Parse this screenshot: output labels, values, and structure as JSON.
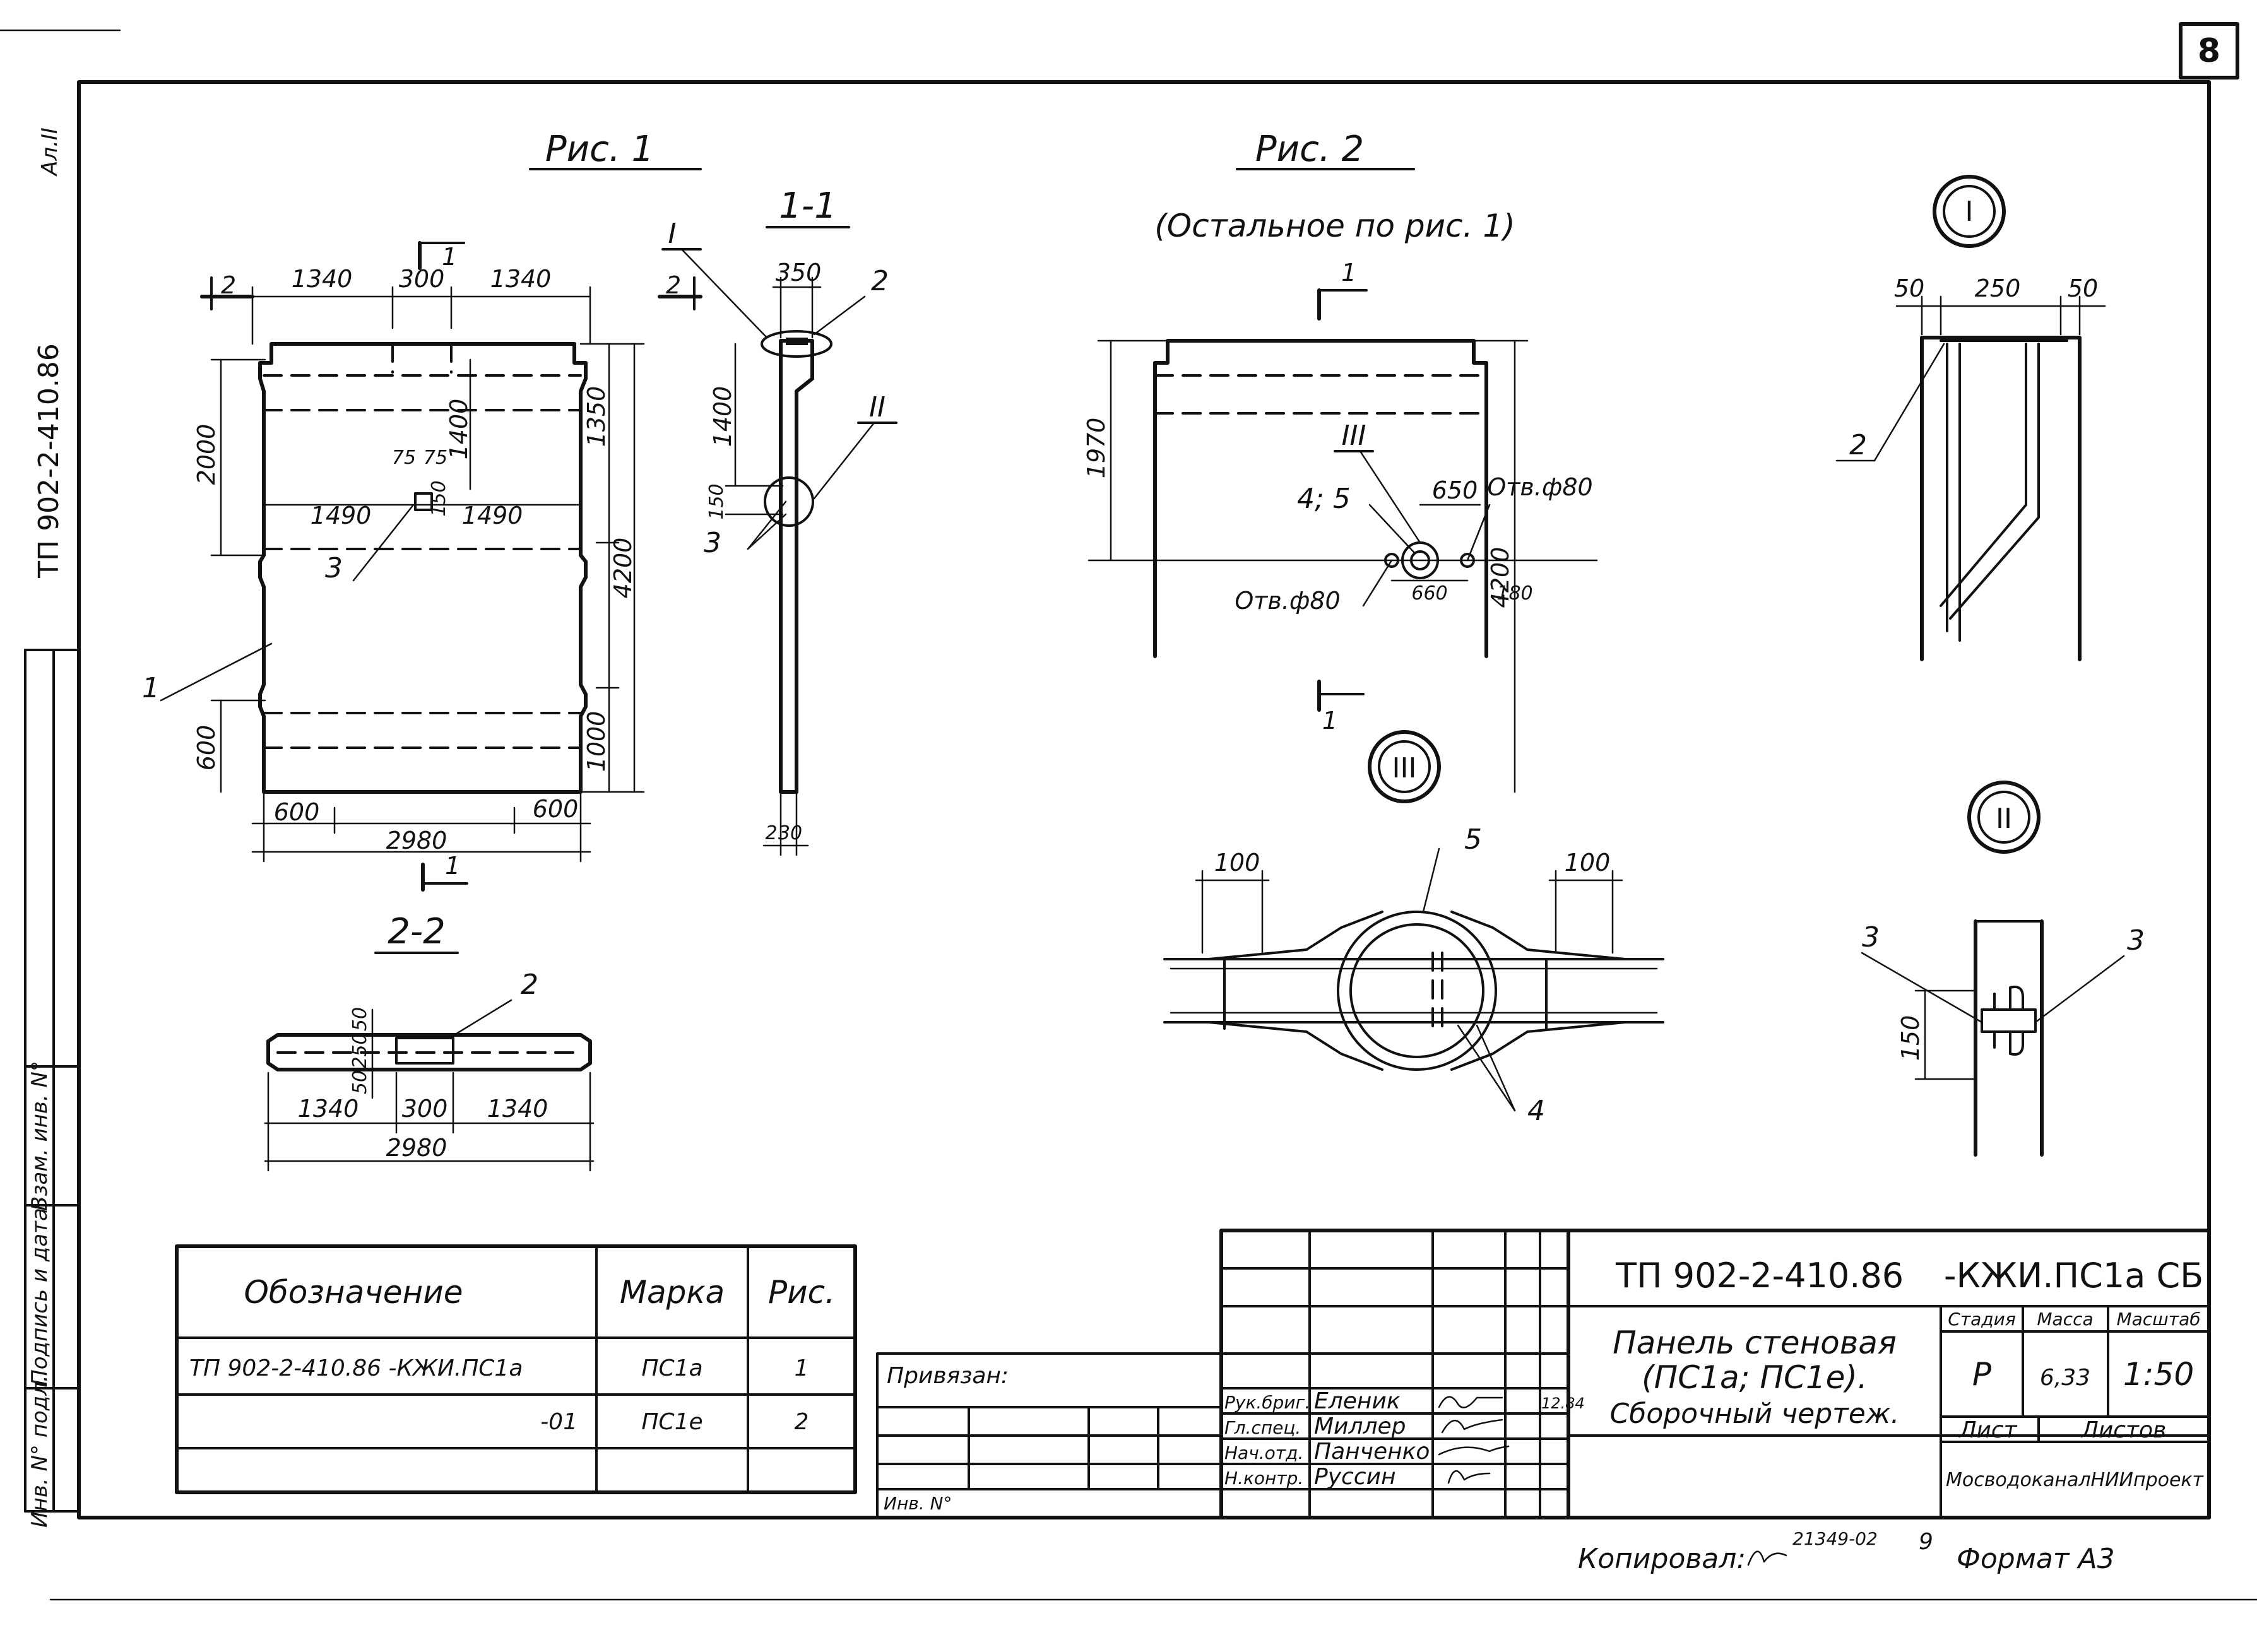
{
  "sheet_number": "8",
  "top_left_mark": "Ал.II",
  "side_code": "ТП 902-2-410.86",
  "figures": {
    "fig1_title": "Рис. 1",
    "fig2_title": "Рис. 2",
    "fig2_note": "(Остальное по рис. 1)",
    "section_1_1": "1-1",
    "section_2_2": "2-2",
    "node_1": "I",
    "node_2": "II",
    "node_3": "III"
  },
  "fig1_dims": {
    "top_left": "1340",
    "top_mid": "300",
    "top_right": "1340",
    "h_left": "2000",
    "h_right_1350": "1350",
    "h_right_4200": "4200",
    "h_1400": "1400",
    "h_600": "600",
    "h_1000": "1000",
    "w_75a": "75",
    "w_75b": "75",
    "w_1490a": "1490",
    "w_1490b": "1490",
    "w_150": "150",
    "bottom_600a": "600",
    "bottom_600b": "600",
    "bottom_2980": "2980"
  },
  "sec11_dims": {
    "top_350": "350",
    "h_1400": "1400",
    "h_150": "150",
    "bot_2": "2",
    "bot_30": "30"
  },
  "sec22_dims": {
    "v_50a": "50",
    "v_250": "250",
    "v_50b": "50",
    "w_1340a": "1340",
    "w_300": "300",
    "w_1340b": "1340",
    "total": "2980"
  },
  "fig2_dims": {
    "h_1970": "1970",
    "h_4200": "4200",
    "d_650": "650",
    "d_660": "660",
    "d_180": "180",
    "hole_right": "Отв.ф80",
    "hole_left": "Отв.ф80",
    "callout_45": "4; 5"
  },
  "node1_dims": {
    "d_50a": "50",
    "d_250": "250",
    "d_50b": "50"
  },
  "node3_dims": {
    "d_100a": "100",
    "d_100b": "100"
  },
  "node2_dims": {
    "d_150": "150"
  },
  "callouts": {
    "c1": "1",
    "c2": "2",
    "c3": "3",
    "c4": "4",
    "c5": "5",
    "s1": "1",
    "s2": "2"
  },
  "spec_table": {
    "headers": [
      "Обозначение",
      "Марка",
      "Рис."
    ],
    "rows": [
      [
        "ТП 902-2-410.86 -КЖИ.ПС1а",
        "ПС1а",
        "1"
      ],
      [
        "-01",
        "ПС1е",
        "2"
      ]
    ]
  },
  "title_block": {
    "tied_label": "Привязан:",
    "inv_label": "Инв. N°",
    "code_left": "ТП 902-2-410.86",
    "code_right": "-КЖИ.ПС1а СБ",
    "name_line1": "Панель стеновая",
    "name_line2": "(ПС1а; ПС1е).",
    "name_line3": "Сборочный чертеж.",
    "col_stage": "Стадия",
    "col_mass": "Масса",
    "col_scale": "Масштаб",
    "stage": "Р",
    "mass": "6,33",
    "scale": "1:50",
    "sheet_label": "Лист",
    "sheets_label": "Листов",
    "org": "МосводоканалНИИпроект",
    "staff": [
      {
        "role": "Рук.бриг.",
        "name": "Еленик",
        "date": "12.84"
      },
      {
        "role": "Гл.спец.",
        "name": "Миллер",
        "date": ""
      },
      {
        "role": "Нач.отд.",
        "name": "Панченко",
        "date": ""
      },
      {
        "role": "Н.контр.",
        "name": "Руссин",
        "date": ""
      }
    ]
  },
  "left_margin": {
    "a": "Инв. N° подл.",
    "b": "Подпись и дата",
    "c": "Взам. инв. N°"
  },
  "footer": {
    "copied": "Копировал:",
    "copy_number": "21349-02",
    "copy_sheet": "9",
    "format": "Формат А3"
  }
}
